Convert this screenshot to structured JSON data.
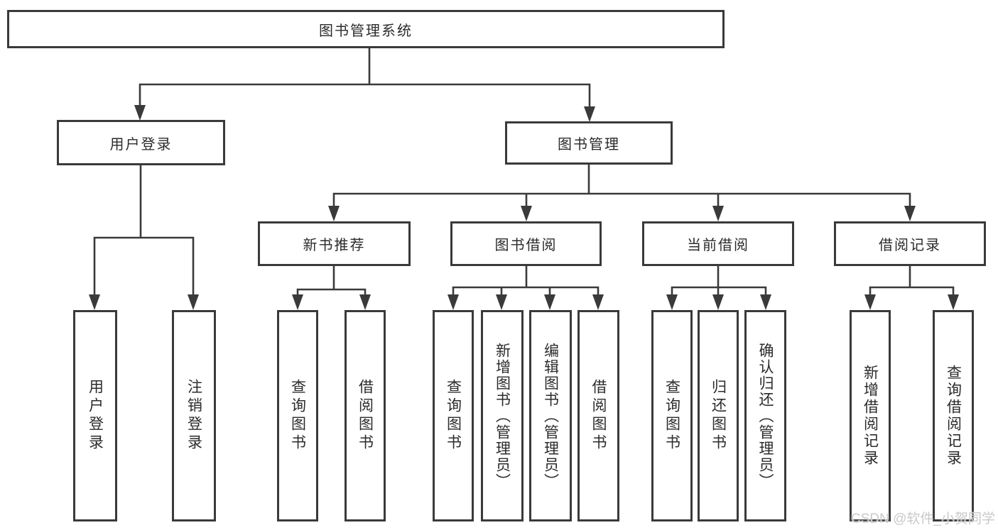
{
  "diagram": {
    "title": "图书管理系统",
    "level1": {
      "user_login": "用户登录",
      "book_management": "图书管理"
    },
    "level2": {
      "new_book": "新书推荐",
      "book_borrow": "图书借阅",
      "current_borrow": "当前借阅",
      "borrow_records": "借阅记录"
    },
    "leaves": {
      "user_login": [
        "用户登录",
        "注销登录"
      ],
      "new_book": [
        "查询图书",
        "借阅图书"
      ],
      "book_borrow": [
        "查询图书",
        "新增图书（管理员）",
        "编辑图书（管理员）",
        "借阅图书"
      ],
      "current_borrow": [
        "查询图书",
        "归还图书",
        "确认归还（管理员）"
      ],
      "borrow_records": [
        "新增借阅记录",
        "查询借阅记录"
      ]
    },
    "watermark": "CSDN @软件_小贺同学",
    "colors": {
      "line": "#3a3a3a",
      "text": "#2b2b2b",
      "watermark": "#c9c9c9",
      "background": "#ffffff"
    }
  }
}
